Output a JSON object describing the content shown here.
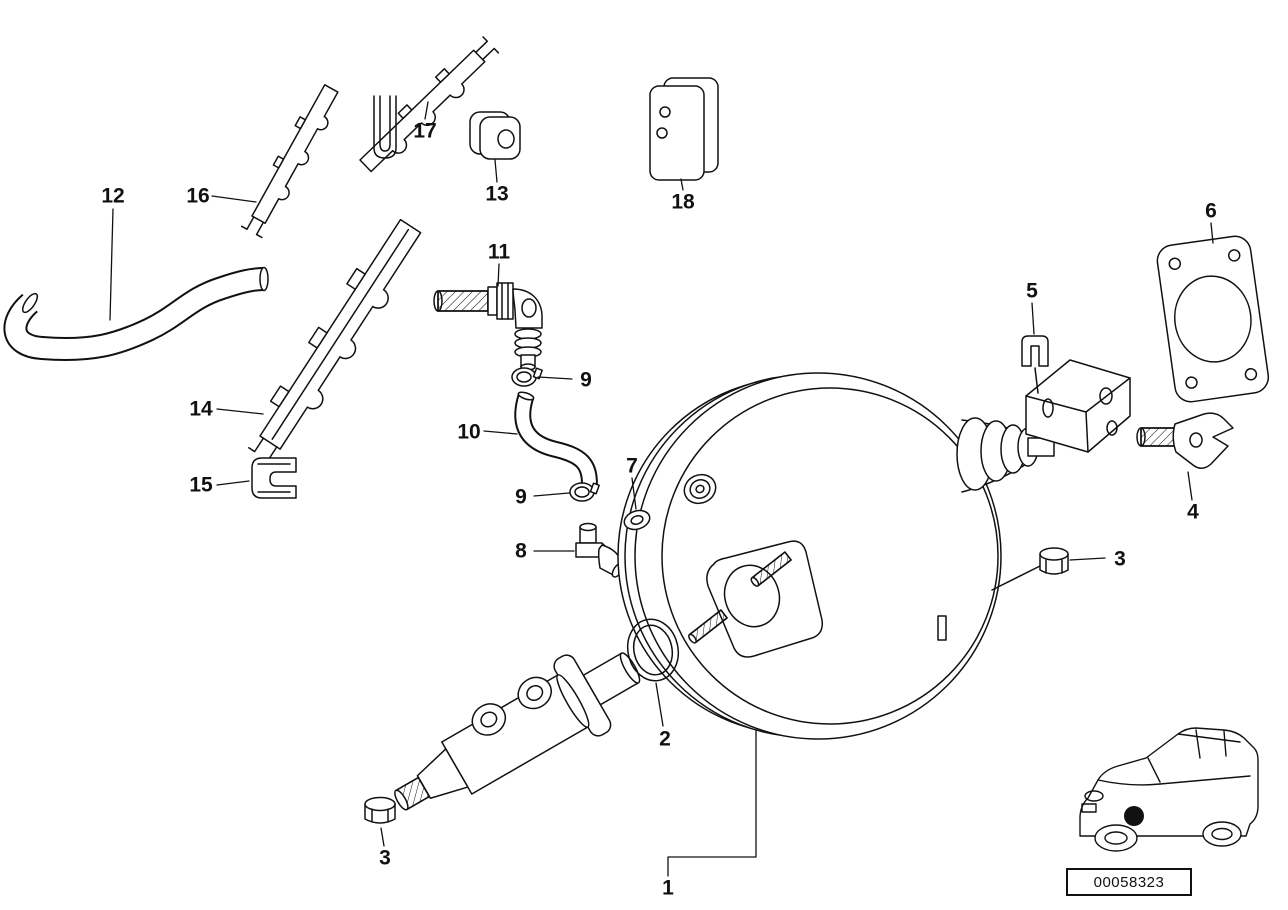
{
  "colors": {
    "background": "#ffffff",
    "line": "#1a1a1a"
  },
  "stamp": {
    "code": "00058323"
  },
  "icons": {
    "car_thumbnail": "car-outline-icon"
  },
  "labels": [
    "1",
    "2",
    "3",
    "3",
    "4",
    "5",
    "6",
    "7",
    "8",
    "9",
    "9",
    "10",
    "11",
    "12",
    "13",
    "14",
    "15",
    "16",
    "17",
    "18"
  ]
}
